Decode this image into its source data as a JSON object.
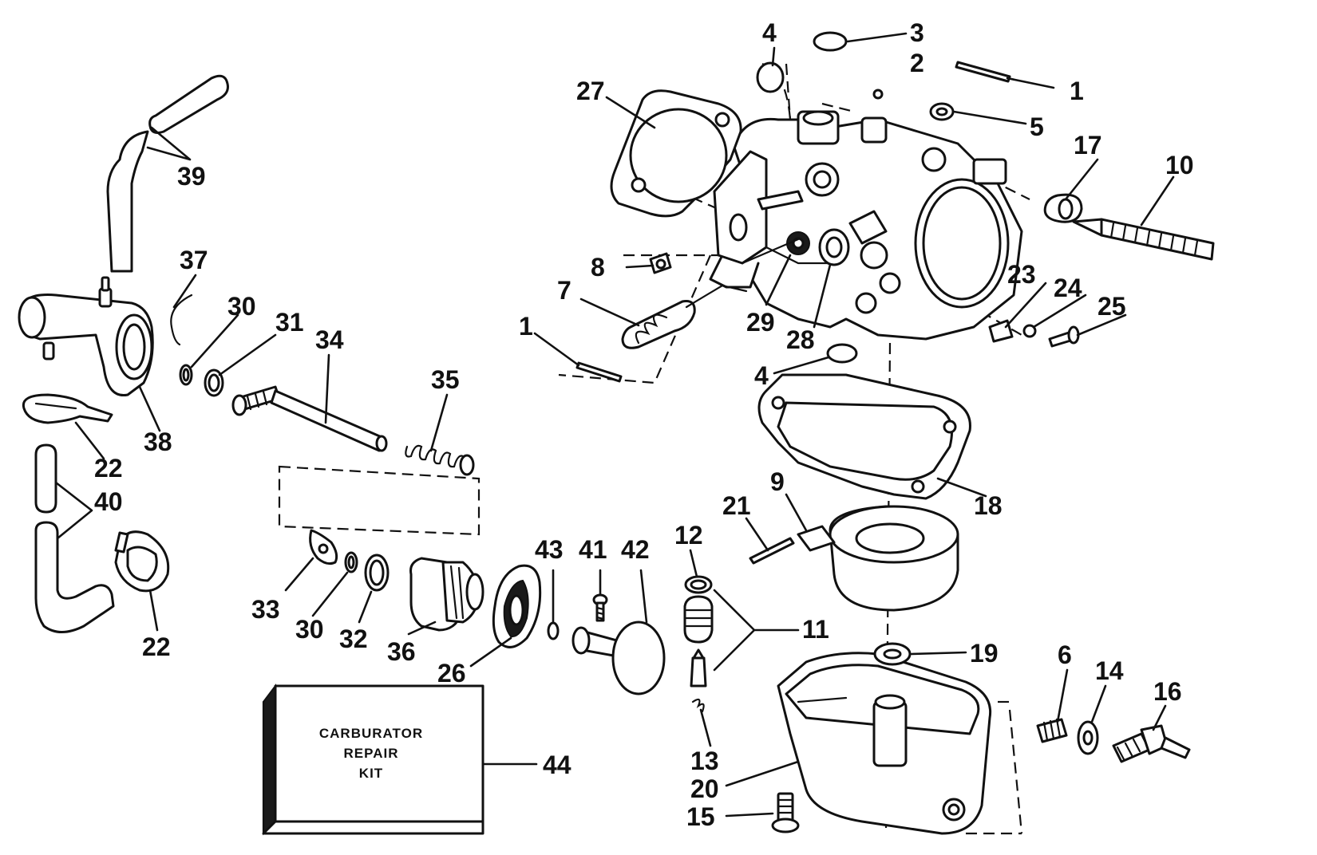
{
  "kit": {
    "line1": "CARBURATOR",
    "line2": "REPAIR",
    "line3": "KIT"
  },
  "callouts": [
    {
      "id": "c1a",
      "text": "1"
    },
    {
      "id": "c1b",
      "text": "1"
    },
    {
      "id": "c2",
      "text": "2"
    },
    {
      "id": "c3",
      "text": "3"
    },
    {
      "id": "c4a",
      "text": "4"
    },
    {
      "id": "c4b",
      "text": "4"
    },
    {
      "id": "c5",
      "text": "5"
    },
    {
      "id": "c6",
      "text": "6"
    },
    {
      "id": "c7",
      "text": "7"
    },
    {
      "id": "c8",
      "text": "8"
    },
    {
      "id": "c9",
      "text": "9"
    },
    {
      "id": "c10",
      "text": "10"
    },
    {
      "id": "c11",
      "text": "11"
    },
    {
      "id": "c12",
      "text": "12"
    },
    {
      "id": "c13",
      "text": "13"
    },
    {
      "id": "c14",
      "text": "14"
    },
    {
      "id": "c15",
      "text": "15"
    },
    {
      "id": "c16",
      "text": "16"
    },
    {
      "id": "c17",
      "text": "17"
    },
    {
      "id": "c18",
      "text": "18"
    },
    {
      "id": "c19",
      "text": "19"
    },
    {
      "id": "c20",
      "text": "20"
    },
    {
      "id": "c21",
      "text": "21"
    },
    {
      "id": "c22a",
      "text": "22"
    },
    {
      "id": "c22b",
      "text": "22"
    },
    {
      "id": "c23",
      "text": "23"
    },
    {
      "id": "c24",
      "text": "24"
    },
    {
      "id": "c25",
      "text": "25"
    },
    {
      "id": "c26",
      "text": "26"
    },
    {
      "id": "c27",
      "text": "27"
    },
    {
      "id": "c28",
      "text": "28"
    },
    {
      "id": "c29",
      "text": "29"
    },
    {
      "id": "c30a",
      "text": "30"
    },
    {
      "id": "c30b",
      "text": "30"
    },
    {
      "id": "c31",
      "text": "31"
    },
    {
      "id": "c32",
      "text": "32"
    },
    {
      "id": "c33",
      "text": "33"
    },
    {
      "id": "c34",
      "text": "34"
    },
    {
      "id": "c35",
      "text": "35"
    },
    {
      "id": "c36",
      "text": "36"
    },
    {
      "id": "c37",
      "text": "37"
    },
    {
      "id": "c38",
      "text": "38"
    },
    {
      "id": "c39",
      "text": "39"
    },
    {
      "id": "c40",
      "text": "40"
    },
    {
      "id": "c41",
      "text": "41"
    },
    {
      "id": "c42",
      "text": "42"
    },
    {
      "id": "c43",
      "text": "43"
    },
    {
      "id": "c44",
      "text": "44"
    }
  ]
}
